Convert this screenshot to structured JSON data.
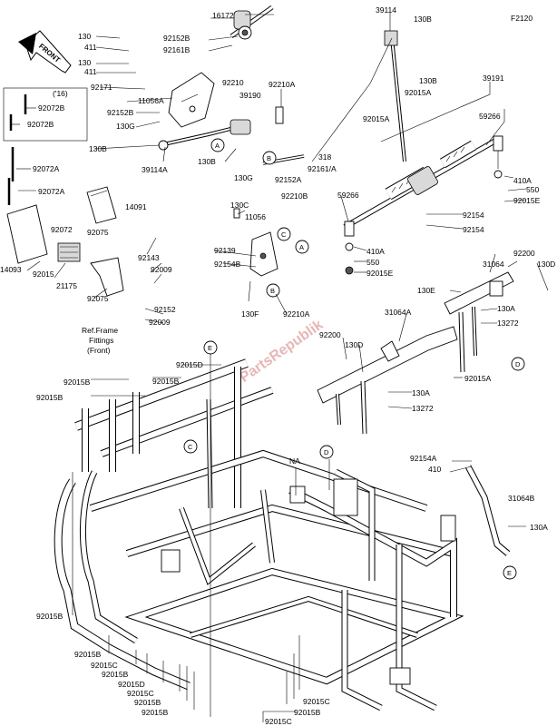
{
  "figure_code": "F2120",
  "front_arrow": "FRONT",
  "watermark": "PartsRepublik",
  "ref_note": [
    "Ref.Frame",
    "Fittings",
    "(Front)"
  ],
  "year_note": "('16)",
  "callouts": [
    "A",
    "B",
    "C",
    "D",
    "E"
  ],
  "labels": {
    "l16172": "16172",
    "l39114": "39114",
    "l130B_a": "130B",
    "l130_a": "130",
    "l411_a": "411",
    "l92152B": "92152B",
    "l92161B": "92161B",
    "l130_b": "130",
    "l411_b": "411",
    "l92171": "92171",
    "l11056A": "11056A",
    "l92072B_a": "92072B",
    "l92072B_b": "92072B",
    "l92152B_b": "92152B",
    "l130G_a": "130G",
    "l92210": "92210",
    "l39190": "39190",
    "l92210A_a": "92210A",
    "l130B_b": "130B",
    "l39114A": "39114A",
    "l130B_c": "130B",
    "l130G_b": "130G",
    "l318": "318",
    "l92161A": "92161/A",
    "l92152A": "92152A",
    "l130B_d": "130B",
    "l92015A_a": "92015A",
    "l39191": "39191",
    "l92015A_b": "92015A",
    "l59266_a": "59266",
    "l410A_a": "410A",
    "l550_a": "550",
    "l92015E_a": "92015E",
    "l92072A_a": "92072A",
    "l92072A_b": "92072A",
    "l14091": "14091",
    "l130C": "130C",
    "l11056": "11056",
    "l92210B": "92210B",
    "l59266_b": "59266",
    "l92154_a": "92154",
    "l92154_b": "92154",
    "l92072": "92072",
    "l92075_a": "92075",
    "l92139": "92139",
    "l92154B": "92154B",
    "l92143": "92143",
    "l92009_a": "92009",
    "l410A_b": "410A",
    "l550_b": "550",
    "l92015E_b": "92015E",
    "l14093": "14093",
    "l92015": "92015",
    "l21175": "21175",
    "l92075_b": "92075",
    "l92152": "92152",
    "l92009_b": "92009",
    "l130F": "130F",
    "l92210A_b": "92210A",
    "l92200_a": "92200",
    "l130D_a": "130D",
    "l31064": "31064",
    "l130E": "130E",
    "l130A_a": "130A",
    "l13272_a": "13272",
    "l31064A": "31064A",
    "l92200_b": "92200",
    "l130D_b": "130D",
    "l92015A_c": "92015A",
    "l92015D": "92015D",
    "l92015B_a": "92015B",
    "l92015B_b": "92015B",
    "l92015B_c": "92015B",
    "l130A_b": "130A",
    "l13272_b": "13272",
    "lNA": "NA",
    "l92154A": "92154A",
    "l410": "410",
    "l31064B": "31064B",
    "l130A_c": "130A",
    "l92015B_d": "92015B",
    "l92015B_e": "92015B",
    "l92015C_a": "92015C",
    "l92015B_f": "92015B",
    "l92015D_b": "92015D",
    "l92015C_b": "92015C",
    "l92015B_g": "92015B",
    "l92015B_h": "92015B",
    "l92015C_c": "92015C",
    "l92015B_i": "92015B",
    "l92015C_d": "92015C"
  }
}
